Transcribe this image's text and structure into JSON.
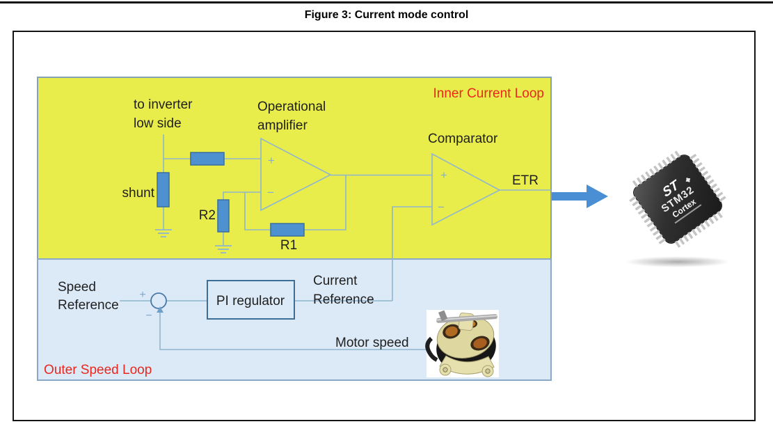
{
  "figure": {
    "caption": "Figure 3: Current mode control"
  },
  "inner_loop": {
    "region_label": "Inner Current Loop",
    "to_inverter_line1": "to inverter",
    "to_inverter_line2": "low side",
    "shunt_label": "shunt",
    "op_amp_line1": "Operational",
    "op_amp_line2": "amplifier",
    "r2_label": "R2",
    "r1_label": "R1",
    "comparator_label": "Comparator",
    "etr_label": "ETR"
  },
  "outer_loop": {
    "region_label": "Outer Speed Loop",
    "speed_ref_line1": "Speed",
    "speed_ref_line2": "Reference",
    "pi_regulator_label": "PI regulator",
    "current_ref_line1": "Current",
    "current_ref_line2": "Reference",
    "motor_speed_label": "Motor speed"
  },
  "signs": {
    "plus": "+",
    "minus": "−"
  },
  "chip": {
    "logo": "ST",
    "name": "STM32",
    "core": "Cortex"
  },
  "colors": {
    "inner_loop_bg": "#E9ED4B",
    "outer_loop_bg": "#DCE9F6",
    "region_border": "#85A2B4",
    "wire": "#8FB5CF",
    "resistor_fill": "#4E91D0",
    "resistor_border": "#3B6E9E",
    "loop_label_red": "#E8281E",
    "arrow_blue": "#4A8FD3"
  }
}
